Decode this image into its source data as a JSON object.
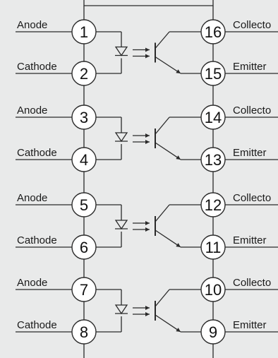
{
  "diagram": {
    "left_pins": [
      {
        "num": "1",
        "label": "Anode"
      },
      {
        "num": "2",
        "label": "Cathode"
      },
      {
        "num": "3",
        "label": "Anode"
      },
      {
        "num": "4",
        "label": "Cathode"
      },
      {
        "num": "5",
        "label": "Anode"
      },
      {
        "num": "6",
        "label": "Cathode"
      },
      {
        "num": "7",
        "label": "Anode"
      },
      {
        "num": "8",
        "label": "Cathode"
      }
    ],
    "right_pins": [
      {
        "num": "16",
        "label": "Collecto"
      },
      {
        "num": "15",
        "label": "Emitter"
      },
      {
        "num": "14",
        "label": "Collecto"
      },
      {
        "num": "13",
        "label": "Emitter"
      },
      {
        "num": "12",
        "label": "Collecto"
      },
      {
        "num": "11",
        "label": "Emitter"
      },
      {
        "num": "10",
        "label": "Collecto"
      },
      {
        "num": "9",
        "label": "Emitter"
      }
    ],
    "colors": {
      "line": "#2a2a2a",
      "background": "#e9eaea",
      "pin_fill": "#ffffff"
    }
  }
}
